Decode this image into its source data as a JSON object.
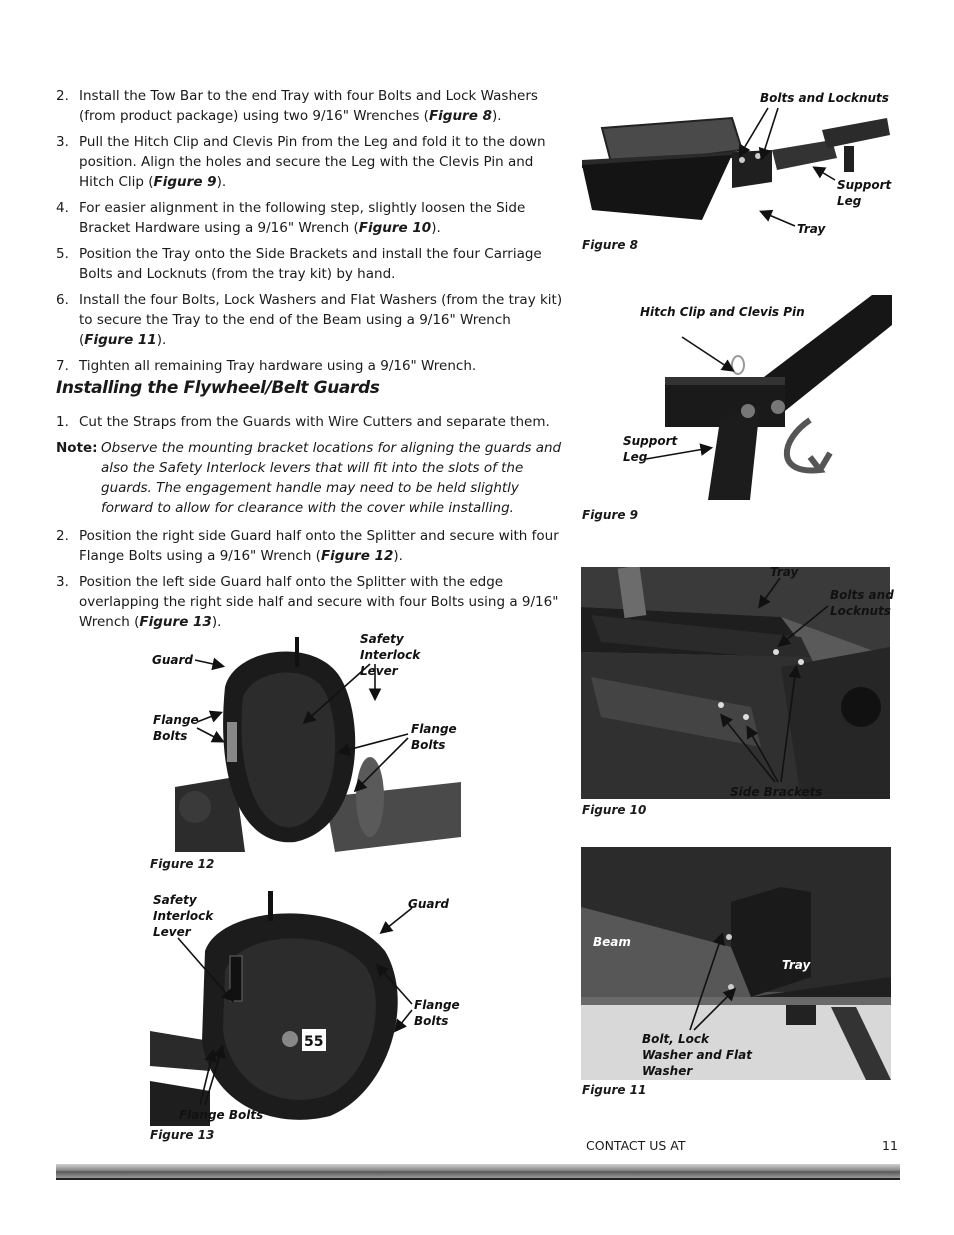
{
  "steps_a": [
    {
      "num": "2.",
      "pre": "Install the Tow Bar to the end Tray with four Bolts and Lock Washers (from product package) using two 9/16\" Wrenches (",
      "ref": "Figure 8",
      "post": ")."
    },
    {
      "num": "3.",
      "pre": "Pull the Hitch Clip and Clevis Pin from the Leg and fold it to the down position.  Align the holes and secure the Leg with the Clevis Pin and Hitch Clip (",
      "ref": "Figure 9",
      "post": ")."
    },
    {
      "num": "4.",
      "pre": "For easier alignment in the following step, slightly loosen the Side Bracket Hardware using a 9/16\" Wrench (",
      "ref": "Figure 10",
      "post": ")."
    },
    {
      "num": "5.",
      "pre": "Position the Tray onto the Side Brackets and install the four Carriage Bolts and Locknuts (from the tray kit) by hand.",
      "ref": "",
      "post": ""
    },
    {
      "num": "6.",
      "pre": "Install the four Bolts, Lock Washers and Flat Washers (from the tray kit) to secure the Tray to the end of the Beam using a 9/16\" Wrench (",
      "ref": "Figure 11",
      "post": ")."
    },
    {
      "num": "7.",
      "pre": "Tighten all remaining Tray hardware using a 9/16\" Wrench.",
      "ref": "",
      "post": ""
    }
  ],
  "section_title": "Installing the Flywheel/Belt Guards",
  "step_b1": {
    "num": "1.",
    "text": "Cut the Straps from the Guards with Wire Cutters and separate them."
  },
  "note": {
    "label": "Note:",
    "text": "Observe the mounting bracket locations for aligning the guards and also the Safety Interlock levers that will fit into the slots of the guards. The engagement handle may need to be held slightly forward to allow for clearance with the cover while installing."
  },
  "step_b2": {
    "num": "2.",
    "pre": "Position the right side Guard half onto the Splitter and secure with four Flange Bolts using a 9/16\" Wrench (",
    "ref": "Figure 12",
    "post": ")."
  },
  "step_b3": {
    "num": "3.",
    "pre": "Position the left side Guard half onto the Splitter with the edge overlapping the right side half and secure with four Bolts using a 9/16\" Wrench (",
    "ref": "Figure 13",
    "post": ")."
  },
  "figures": {
    "fig8": {
      "caption": "Figure 8",
      "bolts": "Bolts and Locknuts",
      "support_leg": "Support Leg",
      "tray": "Tray"
    },
    "fig9": {
      "caption": "Figure 9",
      "hitch": "Hitch Clip and Clevis Pin",
      "support_leg": "Support Leg"
    },
    "fig10": {
      "caption": "Figure 10",
      "tray": "Tray",
      "bolts": "Bolts and Locknuts",
      "brackets": "Side Brackets"
    },
    "fig11": {
      "caption": "Figure 11",
      "beam": "Beam",
      "tray": "Tray",
      "bolt": "Bolt, Lock Washer and Flat Washer"
    },
    "fig12": {
      "caption": "Figure 12",
      "guard": "Guard",
      "interlock": "Safety Interlock Lever",
      "flange_left": "Flange Bolts",
      "flange_right": "Flange Bolts"
    },
    "fig13": {
      "caption": "Figure 13",
      "interlock": "Safety Interlock Lever",
      "guard": "Guard",
      "flange_right": "Flange Bolts",
      "flange_bottom": "Flange Bolts",
      "badge": "55"
    }
  },
  "footer": {
    "contact": "CONTACT US AT",
    "page": "11"
  }
}
